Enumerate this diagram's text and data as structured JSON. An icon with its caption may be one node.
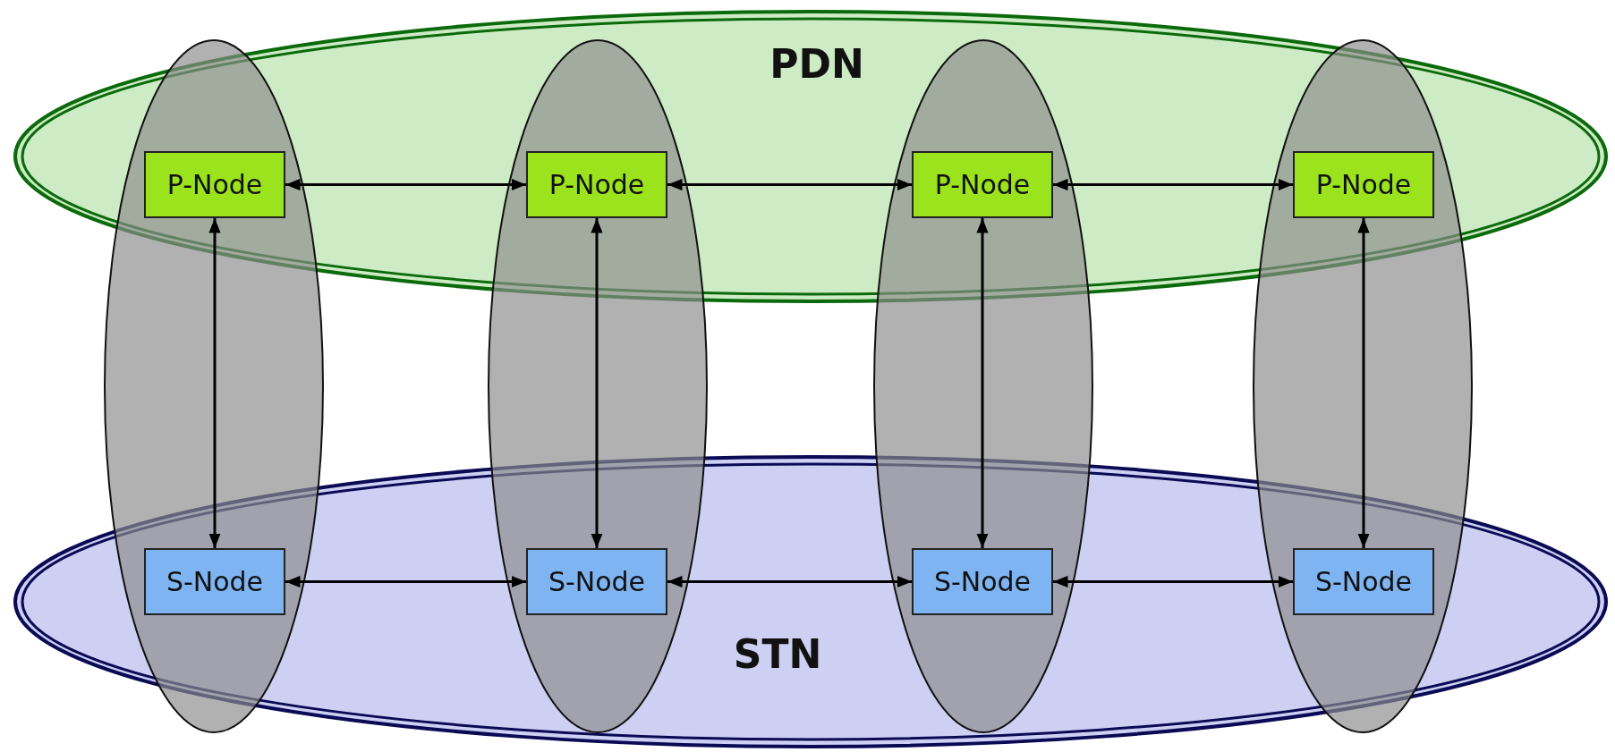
{
  "diagram": {
    "nodes": [
      {
        "text": [
          "PDN"
        ]
      },
      {
        "text": [
          "P-Node"
        ],
        "in": 0
      },
      {
        "text": [
          "P-Node"
        ],
        "in": 0
      },
      {
        "text": [
          "P-Node"
        ],
        "in": 0
      },
      {
        "text": [
          "P-Node"
        ],
        "in": 0
      },
      {
        "text": [
          "STN"
        ]
      },
      {
        "text": [
          "S-Node"
        ],
        "in": 5
      },
      {
        "text": [
          "S-Node"
        ],
        "in": 5
      },
      {
        "text": [
          "S-Node"
        ],
        "in": 5
      },
      {
        "text": [
          "S-Node"
        ],
        "in": 5
      }
    ],
    "edges": [
      {
        "from": 1,
        "to": 2,
        "arrow": "both"
      },
      {
        "from": 2,
        "to": 3,
        "arrow": "both"
      },
      {
        "from": 3,
        "to": 4,
        "arrow": "both"
      },
      {
        "from": 1,
        "to": 6,
        "arrow": "both"
      },
      {
        "from": 2,
        "to": 7,
        "arrow": "both"
      },
      {
        "from": 3,
        "to": 8,
        "arrow": "both"
      },
      {
        "from": 4,
        "to": 9,
        "arrow": "both"
      },
      {
        "from": 6,
        "to": 7,
        "arrow": "both"
      },
      {
        "from": 7,
        "to": 8,
        "arrow": "both"
      },
      {
        "from": 8,
        "to": 9,
        "arrow": "both"
      }
    ]
  }
}
